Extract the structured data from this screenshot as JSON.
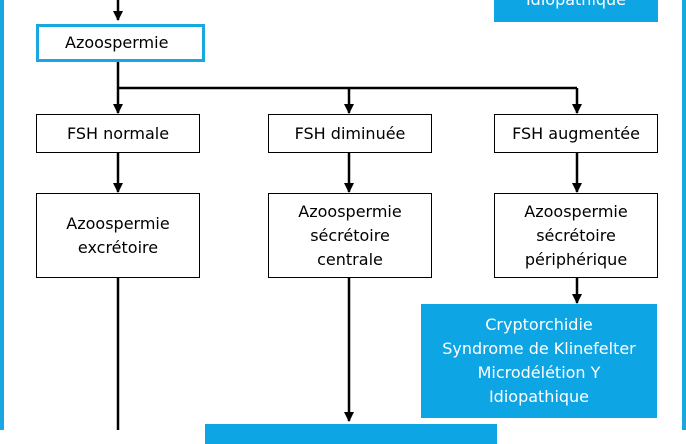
{
  "colors": {
    "accent": "#18a7e0",
    "filled_box": "#0ea5e4",
    "line": "#000000"
  },
  "nodes": {
    "top_partial": "Idiopathique",
    "azoospermie": "Azoospermie",
    "fsh_normale": "FSH normale",
    "fsh_diminuee": "FSH diminuée",
    "fsh_augmentee": "FSH augmentée",
    "excretoire": "Azoospermie\nexcrétoire",
    "secretoire_centrale": "Azoospermie\nsécrétoire\ncentrale",
    "secretoire_peripherique": "Azoospermie\nsécrétoire\npériphérique",
    "causes_peripheriques": "Cryptorchidie\nSyndrome de Klinefelter\nMicrodélétion Y\nIdiopathique"
  }
}
